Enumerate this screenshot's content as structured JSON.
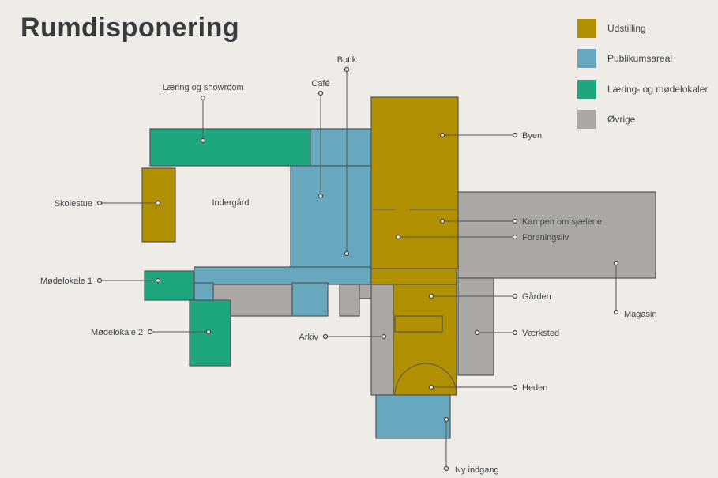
{
  "title": "Rumdisponering",
  "legend": [
    {
      "label": "Udstilling",
      "color": "#b08f00"
    },
    {
      "label": "Publikumsareal",
      "color": "#67a8bf"
    },
    {
      "label": "Læring- og mødelokaler",
      "color": "#1ea67f"
    },
    {
      "label": "Øvrige",
      "color": "#aba8a3"
    }
  ],
  "labels": {
    "laering_showroom": "Læring og showroom",
    "cafe": "Café",
    "butik": "Butik",
    "skolestue": "Skolestue",
    "indergaard": "Indergård",
    "modelokale1": "Mødelokale 1",
    "modelokale2": "Mødelokale 2",
    "arkiv": "Arkiv",
    "byen": "Byen",
    "kampen": "Kampen om sjælene",
    "foreningsliv": "Foreningsliv",
    "gaarden": "Gården",
    "vaerksted": "Værksted",
    "magasin": "Magasin",
    "heden": "Heden",
    "ny_indgang": "Ny indgang"
  }
}
